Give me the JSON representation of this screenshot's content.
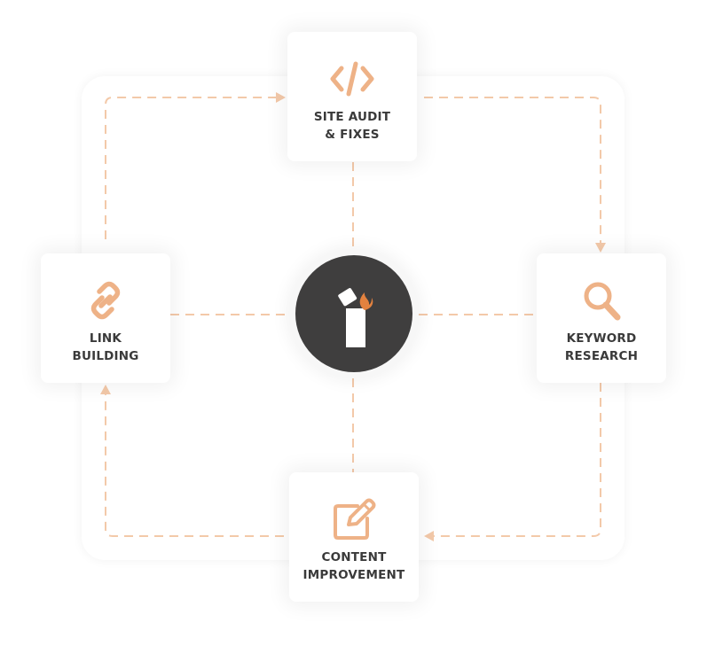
{
  "colors": {
    "accent": "#eeb287",
    "dash": "#f3c9a9",
    "text": "#3a3a3a",
    "hub": "#3f3e3e",
    "flame": "#e3823f"
  },
  "center": {
    "logo_icon": "brand-logo-icon"
  },
  "nodes": {
    "top": {
      "label": "SITE AUDIT\n& FIXES",
      "icon": "code-icon"
    },
    "right": {
      "label": "KEYWORD\nRESEARCH",
      "icon": "search-icon"
    },
    "bottom": {
      "label": "CONTENT\nIMPROVEMENT",
      "icon": "edit-icon"
    },
    "left": {
      "label": "LINK\nBUILDING",
      "icon": "link-icon"
    }
  }
}
